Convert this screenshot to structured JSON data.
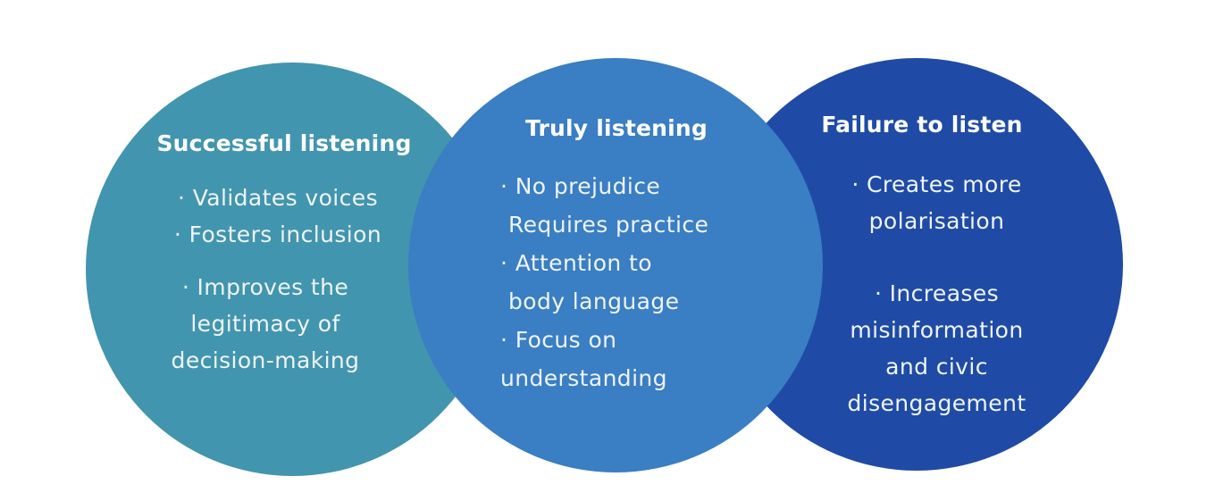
{
  "colors": {
    "successful": "#4295ae",
    "truly": "#3a7ec4",
    "failure": "#1f4ba6",
    "text": "#ffffff"
  },
  "circles": [
    {
      "id": "successful-listening",
      "title": "Successful listening",
      "items": [
        {
          "lines": [
            "· Validates voices"
          ]
        },
        {
          "lines": [
            "· Fosters inclusion"
          ]
        },
        {
          "lines": [
            "· Improves the",
            "legitimacy of",
            "decision-making"
          ]
        }
      ]
    },
    {
      "id": "truly-listening",
      "title": "Truly listening",
      "items": [
        {
          "lines": [
            "· No prejudice",
            "Requires practice"
          ]
        },
        {
          "lines": [
            "· Attention to",
            "body language"
          ]
        },
        {
          "lines": [
            "· Focus on",
            "understanding"
          ]
        }
      ]
    },
    {
      "id": "failure-to-listen",
      "title": "Failure to listen",
      "items": [
        {
          "lines": [
            "· Creates more",
            "polarisation"
          ]
        },
        {
          "lines": [
            "· Increases",
            "misinformation",
            "and civic",
            "disengagement"
          ]
        }
      ]
    }
  ]
}
